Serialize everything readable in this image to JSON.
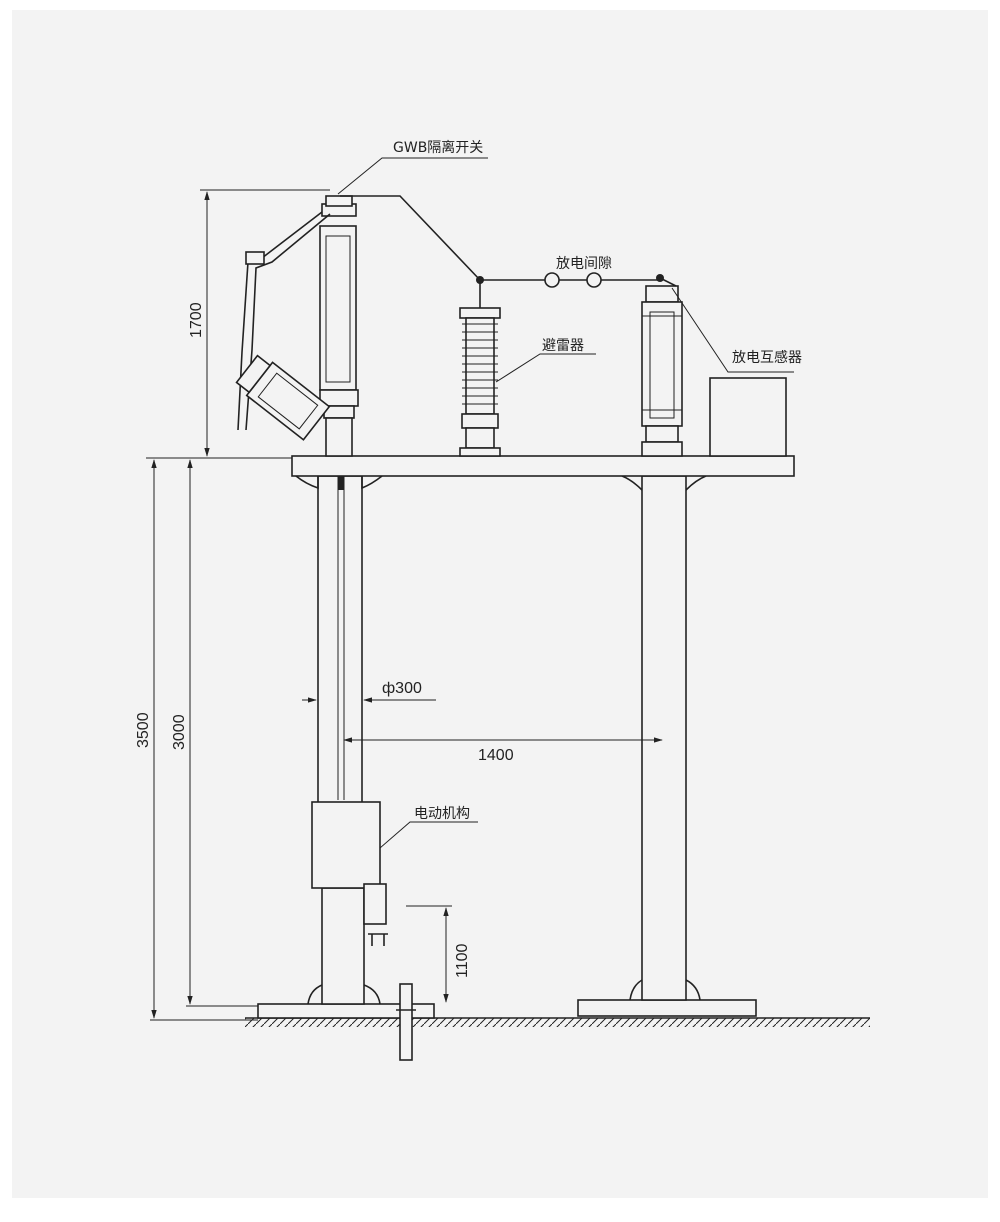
{
  "labels": {
    "gwb_switch": "GWB隔离开关",
    "discharge_gap": "放电间隙",
    "arrester": "避雷器",
    "discharge_transformer": "放电互感器",
    "motor_mechanism": "电动机构"
  },
  "dimensions": {
    "top_height": "1700",
    "total_height": "3500",
    "pole_height": "3000",
    "pole_diameter": "ф300",
    "pole_spacing": "1400",
    "mechanism_height": "1100"
  }
}
